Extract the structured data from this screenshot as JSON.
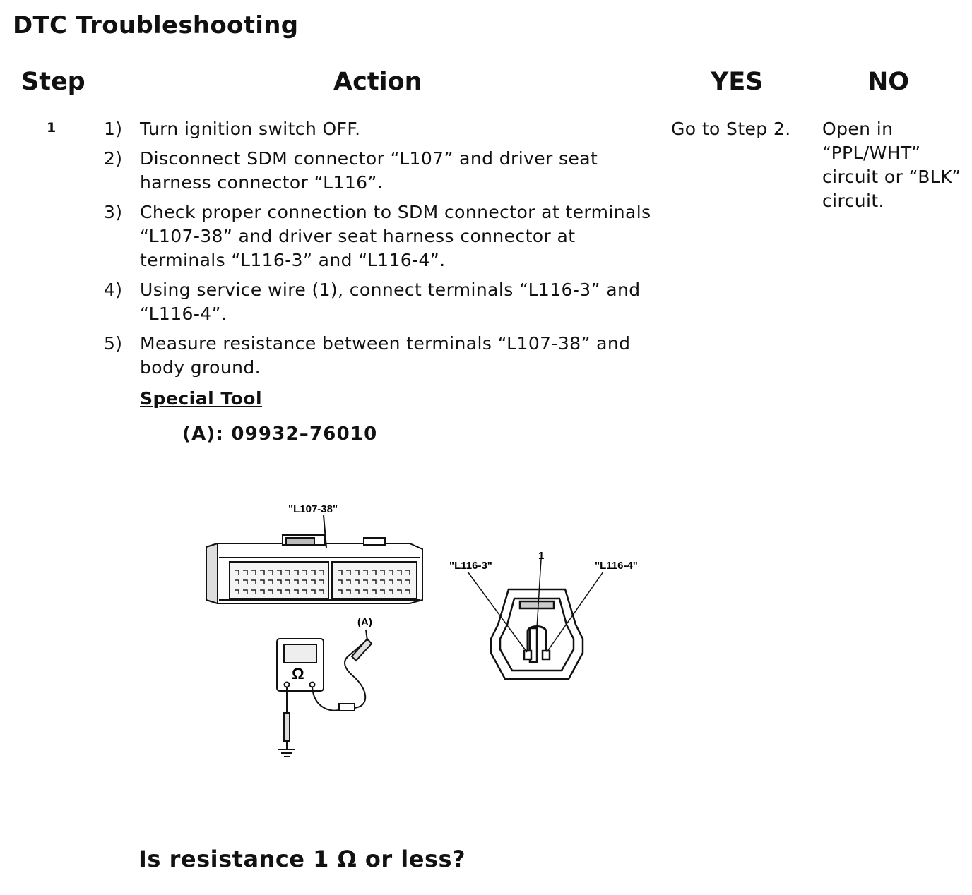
{
  "page": {
    "title": "DTC Troubleshooting"
  },
  "table": {
    "headers": {
      "step": "Step",
      "action": "Action",
      "yes": "YES",
      "no": "NO"
    },
    "rows": [
      {
        "step": "1",
        "action_items": [
          {
            "num": "1)",
            "text": "Turn ignition switch OFF."
          },
          {
            "num": "2)",
            "text": "Disconnect SDM connector “L107” and driver seat harness connector “L116”."
          },
          {
            "num": "3)",
            "text": "Check proper connection to SDM connector at terminals “L107-38” and driver seat harness connector at terminals “L116-3” and “L116-4”."
          },
          {
            "num": "4)",
            "text": "Using service wire (1), connect terminals “L116-3” and “L116-4”."
          },
          {
            "num": "5)",
            "text": "Measure resistance between terminals “L107-38” and body ground."
          }
        ],
        "special_tool_label": "Special Tool",
        "special_tool_code": "(A): 09932–76010",
        "figure_labels": {
          "sdm_terminal": "\"L107-38\"",
          "tool": "(A)",
          "meter_symbol": "Ω",
          "harness_term_3": "\"L116-3\"",
          "harness_term_4": "\"L116-4\"",
          "service_wire": "1"
        },
        "question": "Is resistance 1 Ω or less?",
        "yes": "Go to Step 2.",
        "no": "Open in “PPL/WHT” circuit or “BLK” circuit."
      }
    ]
  }
}
